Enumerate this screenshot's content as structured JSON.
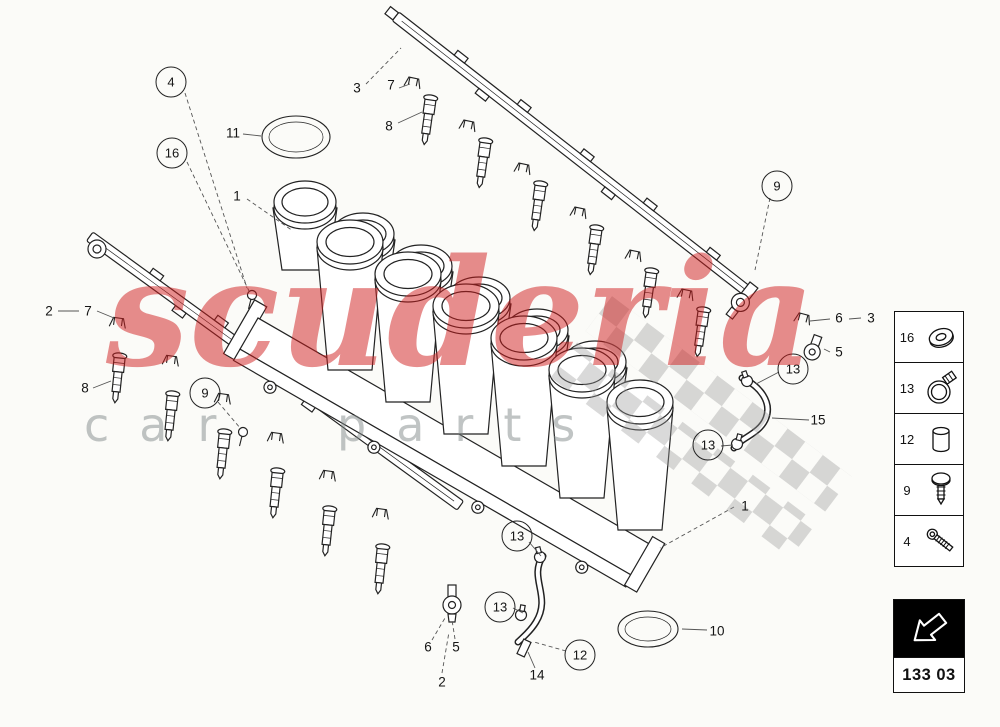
{
  "watermark": {
    "brand": "scuderia",
    "tagline": "car parts"
  },
  "page_code": "133 03",
  "callouts": [
    {
      "label": "4",
      "circled": true
    },
    {
      "label": "16",
      "circled": true
    },
    {
      "label": "9",
      "circled": true
    },
    {
      "label": "9",
      "circled": true
    },
    {
      "label": "13",
      "circled": true
    },
    {
      "label": "13",
      "circled": true
    },
    {
      "label": "13",
      "circled": true
    },
    {
      "label": "13",
      "circled": true
    },
    {
      "label": "12",
      "circled": true
    },
    {
      "label": "11"
    },
    {
      "label": "1"
    },
    {
      "label": "3"
    },
    {
      "label": "7"
    },
    {
      "label": "8"
    },
    {
      "label": "2"
    },
    {
      "label": "7"
    },
    {
      "label": "8"
    },
    {
      "label": "6"
    },
    {
      "label": "3"
    },
    {
      "label": "5"
    },
    {
      "label": "15"
    },
    {
      "label": "1"
    },
    {
      "label": "10"
    },
    {
      "label": "14"
    },
    {
      "label": "6"
    },
    {
      "label": "5"
    },
    {
      "label": "2"
    }
  ],
  "legend": {
    "items": [
      {
        "label": "16",
        "icon": "washer-icon"
      },
      {
        "label": "13",
        "icon": "hose-clamp-icon"
      },
      {
        "label": "12",
        "icon": "bushing-icon"
      },
      {
        "label": "9",
        "icon": "screw-icon"
      },
      {
        "label": "4",
        "icon": "bolt-icon"
      }
    ]
  }
}
